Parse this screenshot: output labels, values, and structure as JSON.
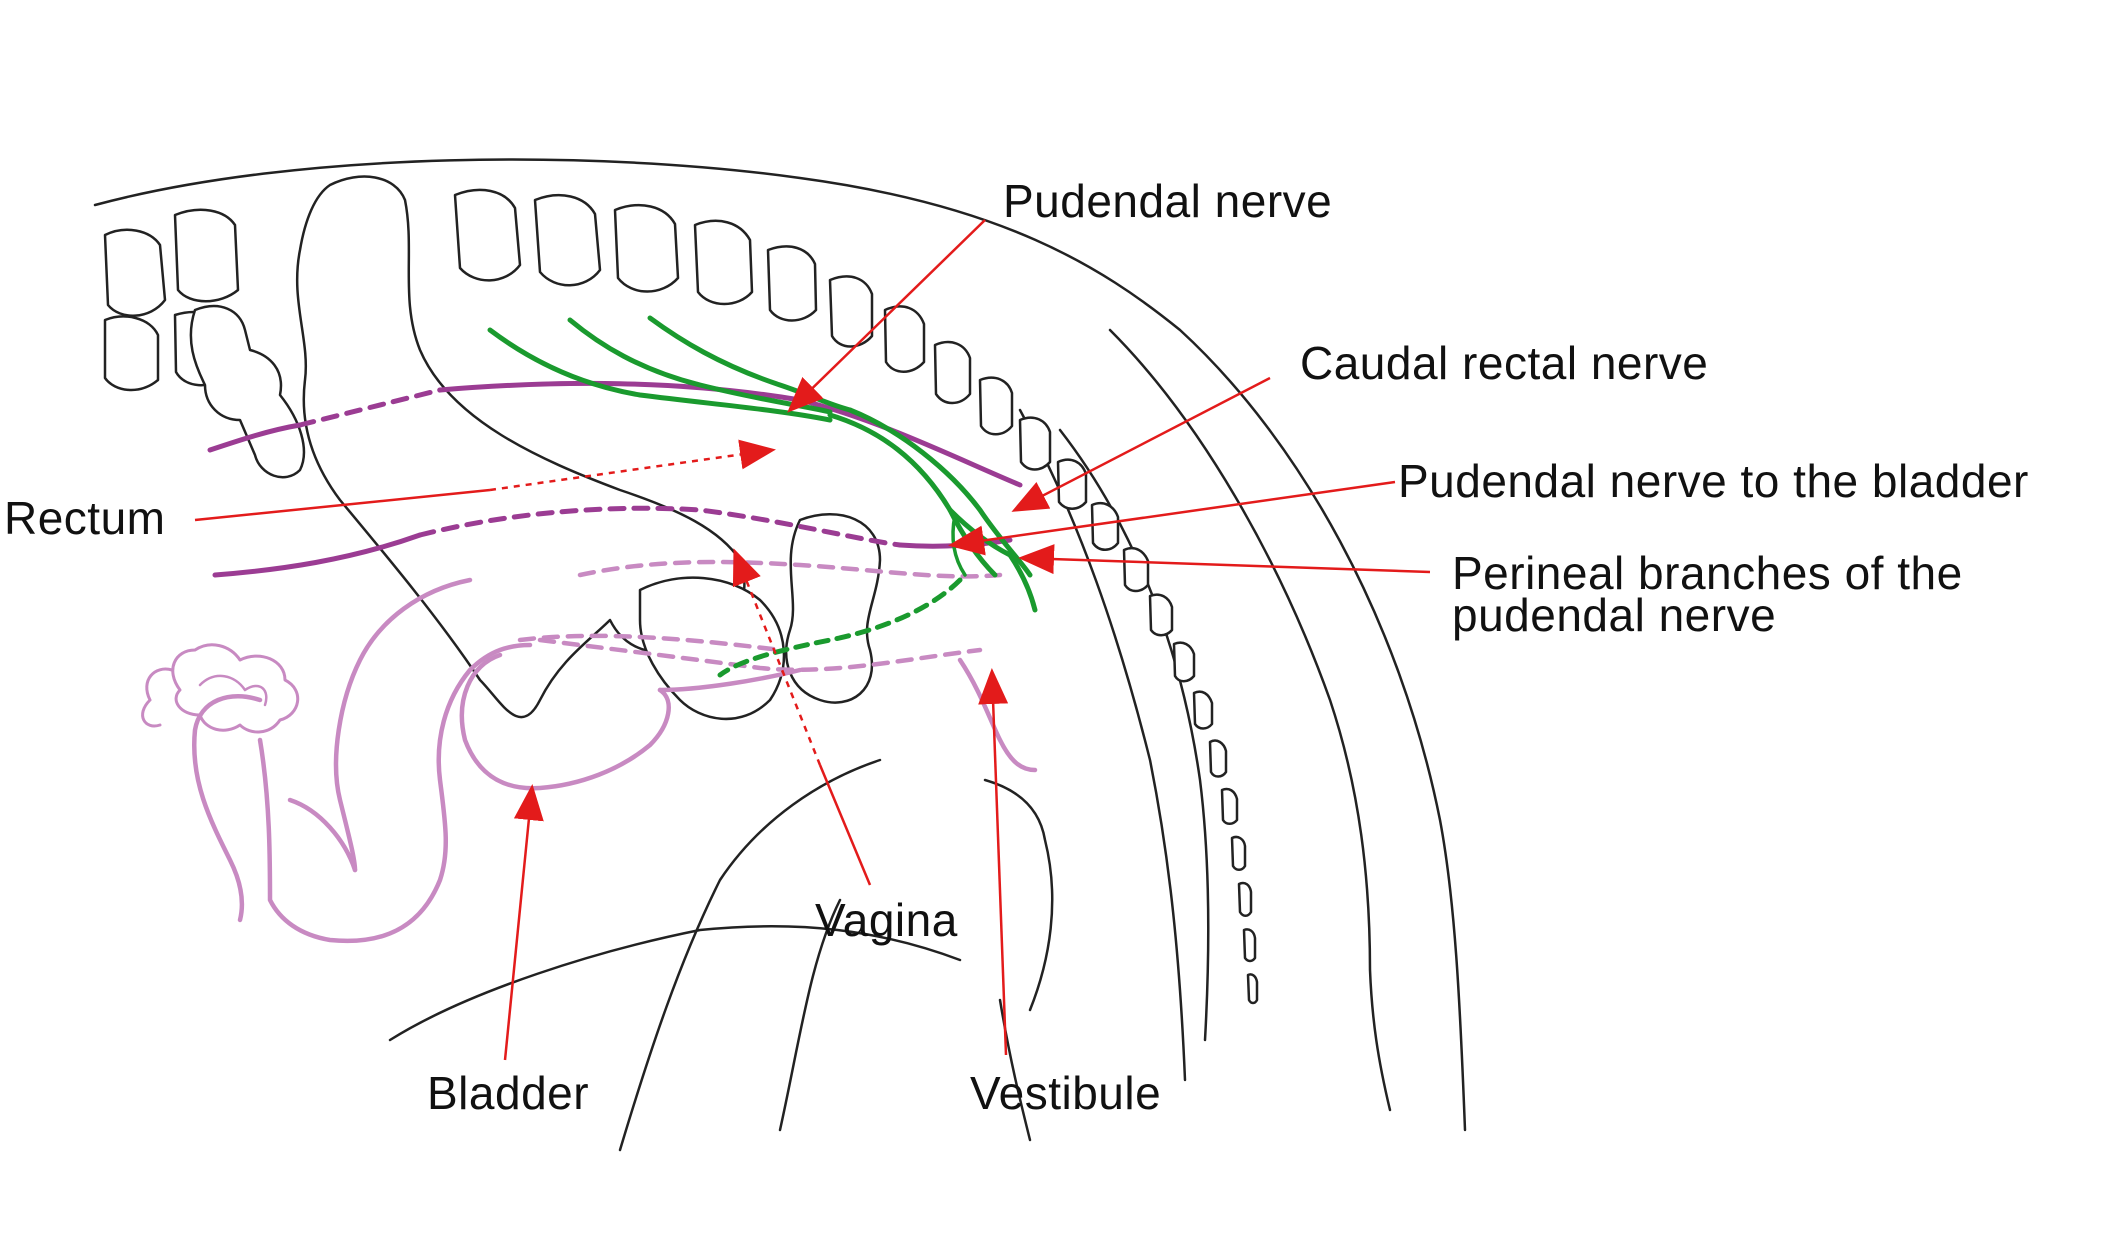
{
  "diagram": {
    "labels": {
      "pudendal_nerve": "Pudendal nerve",
      "caudal_rectal_nerve": "Caudal rectal nerve",
      "pudendal_nerve_to_bladder": "Pudendal nerve to the bladder",
      "perineal_line1": "Perineal branches of the",
      "perineal_line2": "pudendal nerve",
      "rectum": "Rectum",
      "vagina": "Vagina",
      "bladder": "Bladder",
      "vestibule": "Vestibule"
    },
    "colors": {
      "outline": "#222222",
      "nerve": "#1a9a2e",
      "rectum_vessel": "#9b3c93",
      "reproductive": "#c88ac2",
      "arrow": "#e31b1b",
      "text": "#111111"
    }
  }
}
